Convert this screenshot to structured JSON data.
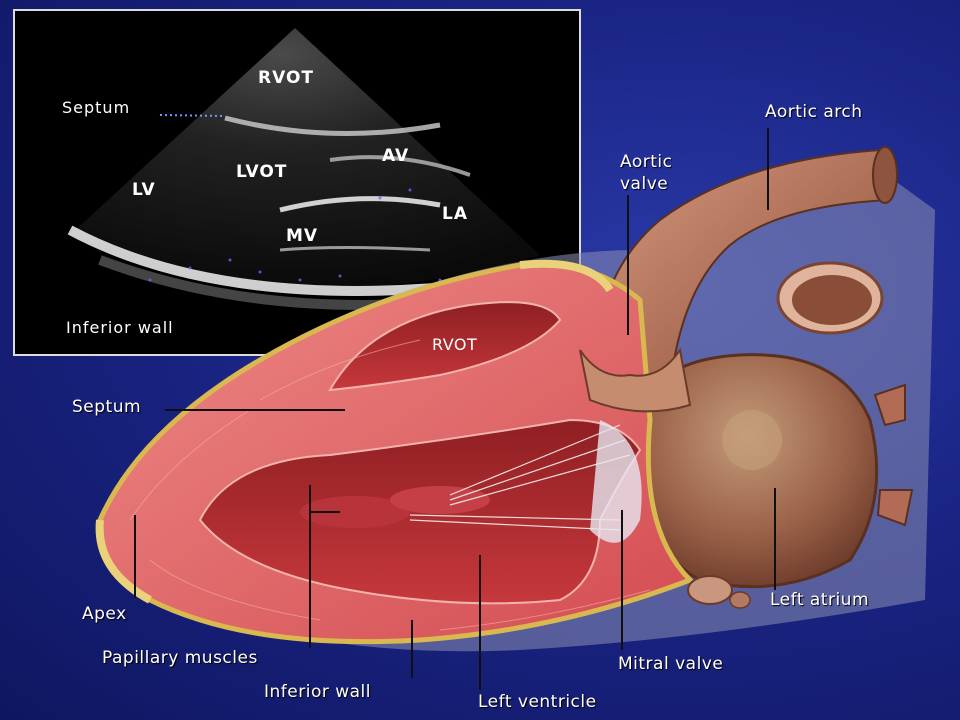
{
  "echo_panel": {
    "labels": {
      "ryot": "RVOT",
      "septum": "Septum",
      "lyot": "LVOT",
      "av": "AV",
      "lv": "LV",
      "la": "LA",
      "mv": "MV",
      "inferior_wall": "Inferior wall"
    }
  },
  "anatomy_panel": {
    "labels": {
      "aortic_arch": "Aortic arch",
      "aortic_valve_line1": "Aortic",
      "aortic_valve_line2": "valve",
      "ryot": "RVOT",
      "septum": "Septum",
      "apex": "Apex",
      "papillary_muscles": "Papillary muscles",
      "inferior_wall": "Inferior wall",
      "left_ventricle": "Left ventricle",
      "mitral_valve": "Mitral valve",
      "left_atrium": "Left atrium"
    }
  },
  "colors": {
    "background": "#1a2585",
    "echo_bg": "#000000",
    "myocardium": "#d9555a",
    "fat": "#e8c860",
    "atrium": "#a9705a",
    "aorta": "#b8765e"
  }
}
